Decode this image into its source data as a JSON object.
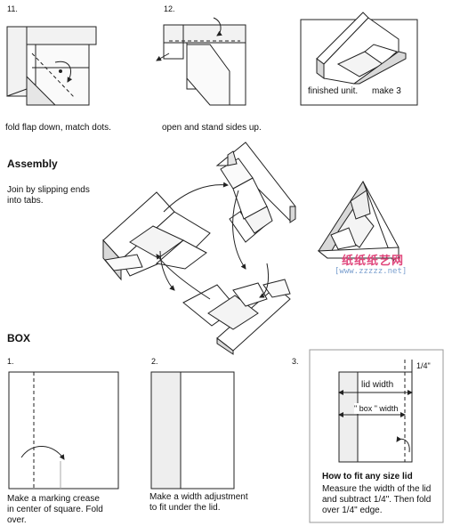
{
  "steps_top": {
    "step11": {
      "num": "11.",
      "caption": "fold flap down, match dots."
    },
    "step12": {
      "num": "12.",
      "caption": "open and stand sides up."
    },
    "finished": {
      "caption_left": "finished unit.",
      "caption_right": "make 3"
    }
  },
  "assembly": {
    "heading": "Assembly",
    "instruction_line1": "Join by slipping ends",
    "instruction_line2": "into tabs."
  },
  "watermark": {
    "text": "纸纸纸艺网",
    "url": "[www.zzzzz.net]"
  },
  "box": {
    "heading": "BOX",
    "step1": {
      "num": "1.",
      "line1": "Make a marking crease",
      "line2": "in center of square.  Fold",
      "line3": "over."
    },
    "step2": {
      "num": "2.",
      "line1": "Make a width adjustment",
      "line2": "to fit under the lid."
    },
    "step3": {
      "num": "3.",
      "dim_quarter": "1/4\"",
      "lid_width_label": "lid width",
      "box_width_label": "\" box \" width",
      "title": "How to fit any size lid",
      "line1": "Measure the width of the lid",
      "line2": "and subtract 1/4\". Then fold",
      "line3": "over 1/4\" edge."
    }
  }
}
